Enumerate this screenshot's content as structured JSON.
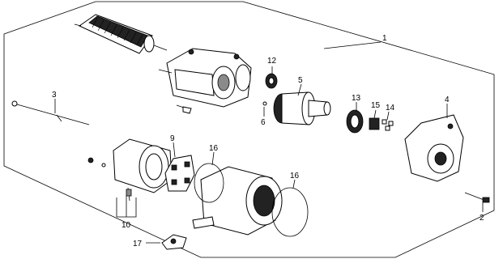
{
  "callouts": [
    {
      "id": "1",
      "label": "1"
    },
    {
      "id": "2",
      "label": "2"
    },
    {
      "id": "3",
      "label": "3"
    },
    {
      "id": "4",
      "label": "4"
    },
    {
      "id": "5",
      "label": "5"
    },
    {
      "id": "6",
      "label": "6"
    },
    {
      "id": "9",
      "label": "9"
    },
    {
      "id": "10",
      "label": "10"
    },
    {
      "id": "12",
      "label": "12"
    },
    {
      "id": "13",
      "label": "13"
    },
    {
      "id": "14",
      "label": "14"
    },
    {
      "id": "15",
      "label": "15"
    },
    {
      "id": "16a",
      "label": "16"
    },
    {
      "id": "16b",
      "label": "16"
    },
    {
      "id": "17",
      "label": "17"
    }
  ]
}
